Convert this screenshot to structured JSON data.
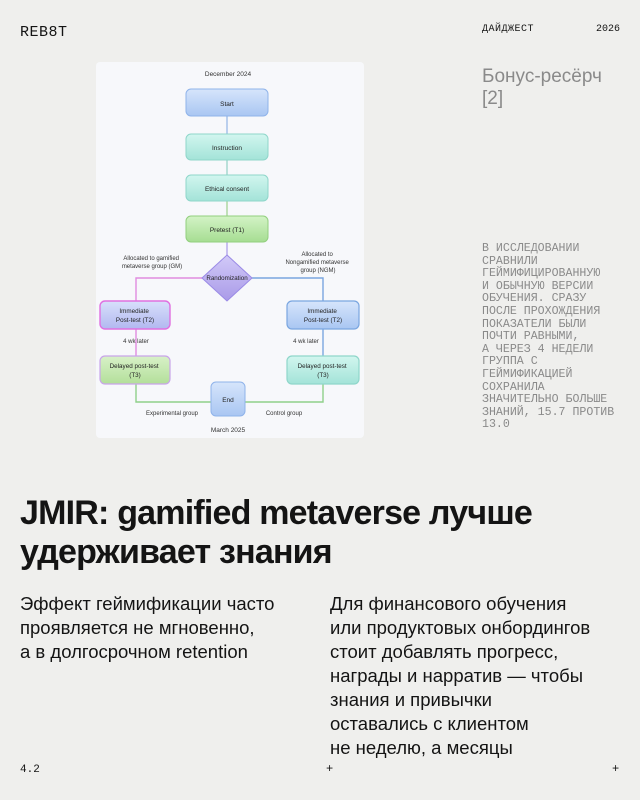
{
  "header": {
    "brand": "REB8T",
    "section": "ДАЙДЖЕСТ",
    "year": "2026"
  },
  "sidebar": {
    "kicker": "Бонус-ресёрч\n[2]",
    "note": "В исследовании\nсравнили\nгеймифицированную\nи обычную версии\nобучения. Сразу\nпосле прохождения\nпоказатели были\nпочти равными,\nа через 4 недели\nгруппа с\nгеймификацией\nсохранила\nзначительно больше\nзнаний, 15.7 против\n13.0"
  },
  "flowchart": {
    "top_date": "December 2024",
    "bottom_date": "March 2025",
    "steps": {
      "start": "Start",
      "instruction": "Instruction",
      "consent": "Ethical consent",
      "pretest": "Pretest (T1)",
      "randomization": "Randomization",
      "end": "End"
    },
    "left_branch": {
      "allocation": [
        "Allocated to gamified",
        "metaverse group (GM)"
      ],
      "post_test": [
        "Immediate",
        "Post-test (T2)"
      ],
      "interval": "4 wk later",
      "delayed": [
        "Delayed post-test",
        "(T3)"
      ],
      "group": "Experimental group"
    },
    "right_branch": {
      "allocation": [
        "Allocated to",
        "Nongamified metaverse",
        "group (NGM)"
      ],
      "post_test": [
        "Immediate",
        "Post-test (T2)"
      ],
      "interval": "4 wk later",
      "delayed": [
        "Delayed post-test",
        "(T3)"
      ],
      "group": "Control group"
    },
    "colors": {
      "blue": "#bcd4f5",
      "teal": "#b8ede4",
      "green": "#b8e8a8",
      "purple": "#b7a9f0",
      "pink_border": "#e070e0",
      "line_blue": "#7aa6e0",
      "line_green": "#8fd08a"
    }
  },
  "main": {
    "headline": "JMIR: gamified metaverse лучше\nудерживает знания",
    "left_text": "Эффект геймификации часто\nпроявляется не мгновенно,\nа в долгосрочном retention",
    "right_text": "Для финансового обучения\nили продуктовых онбордингов\nстоит добавлять прогресс,\nнаграды и нарратив — чтобы\nзнания и привычки\nоставались с клиентом\nне неделю, а месяцы"
  },
  "footer": {
    "page": "4.2",
    "mark_mid": "+",
    "mark_right": "+"
  }
}
